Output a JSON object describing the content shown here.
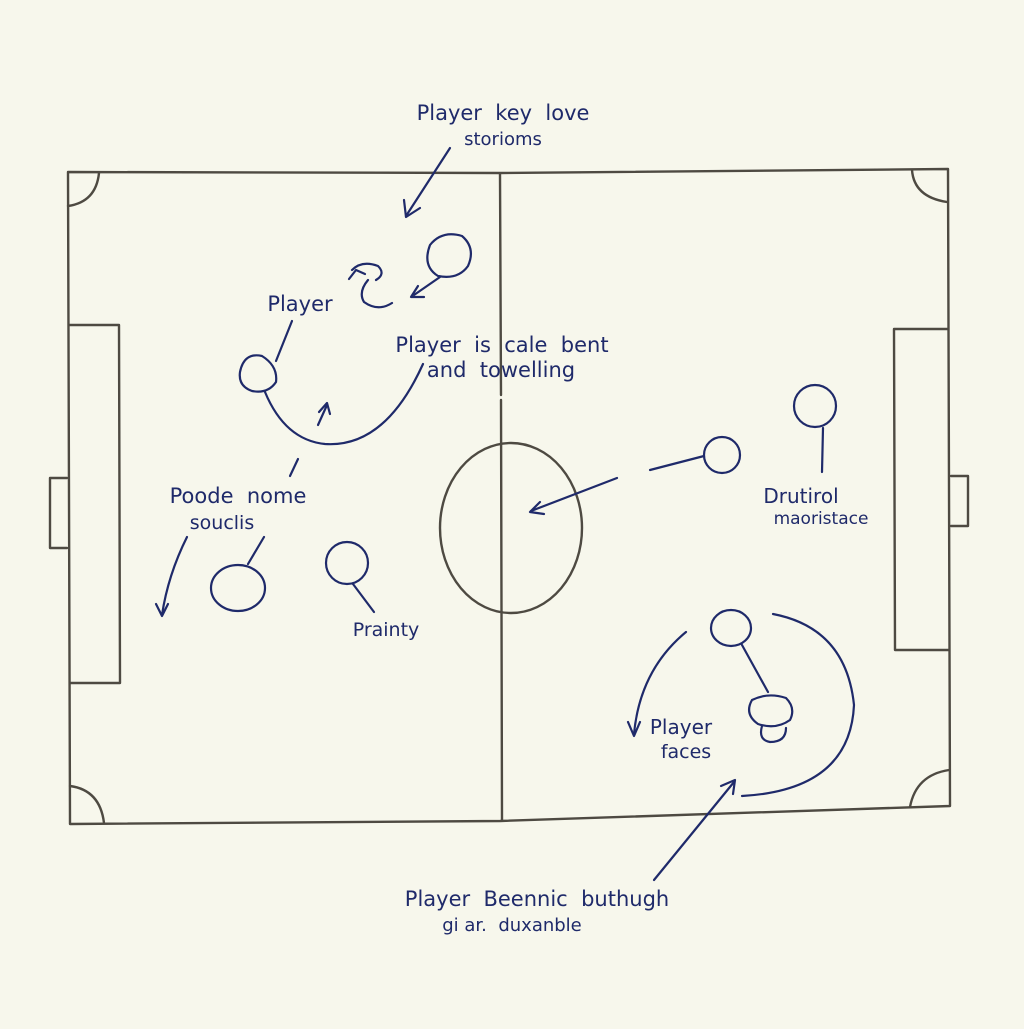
{
  "colors": {
    "paper": "#f7f7ec",
    "pitch_lines": "#4e4a42",
    "ink": "#1f2a6a"
  },
  "labels": {
    "top_note_line1": "Player  key  love",
    "top_note_line2": "storioms",
    "player_left": "Player",
    "cale_line1": "Player  is  cale  bent",
    "cale_line2": "and  towelling",
    "poode_line1": "Poode  nome",
    "poode_line2": "souclis",
    "prainty": "Prainty",
    "drutirol_line1": "Drutirol",
    "drutirol_line2": "maoristace",
    "faces_line1": "Player",
    "faces_line2": "faces",
    "bottom_line1": "Player  Beennic  buthugh",
    "bottom_line2": "gi ar.  duxanble"
  }
}
